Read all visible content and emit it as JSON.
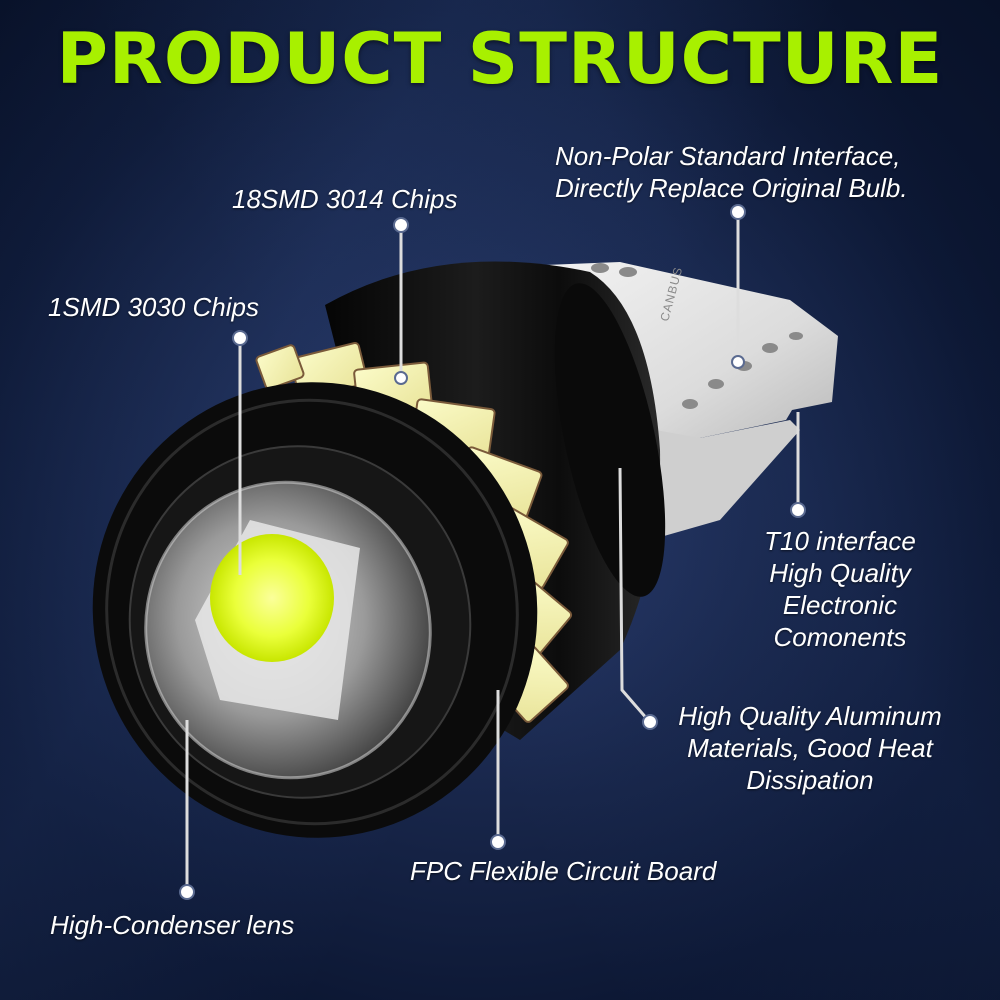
{
  "title": "PRODUCT STRUCTURE",
  "labels": {
    "chips_18smd": "18SMD 3014 Chips",
    "chips_1smd": "1SMD 3030 Chips",
    "interface_line1": "Non-Polar Standard Interface,",
    "interface_line2": "Directly Replace Original Bulb.",
    "t10_line1": "T10 interface",
    "t10_line2": "High Quality",
    "t10_line3": "Electronic",
    "t10_line4": "Comonents",
    "aluminum_line1": "High Quality Aluminum",
    "aluminum_line2": "Materials, Good Heat",
    "aluminum_line3": "Dissipation",
    "fpc": "FPC Flexible Circuit Board",
    "lens": "High-Condenser lens"
  },
  "colors": {
    "title": "#a8f000",
    "label": "#ffffff",
    "background": "#18264a",
    "housing": "#101010",
    "led_glow": "#f4ff60"
  }
}
